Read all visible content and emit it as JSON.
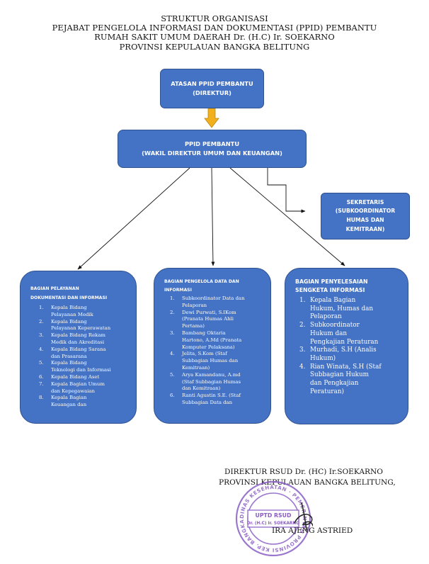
{
  "header": {
    "lines": [
      "STRUKTUR ORGANISASI",
      "PEJABAT PENGELOLA INFORMASI DAN DOKUMENTASI (PPID) PEMBANTU",
      "RUMAH SAKIT UMUM DAERAH Dr. (H.C) Ir. SOEKARNO",
      "PROVINSI KEPULAUAN BANGKA BELITUNG"
    ]
  },
  "atasan": {
    "line1": "ATASAN PPID PEMBANTU",
    "line2": "(DIREKTUR)"
  },
  "ppid": {
    "line1": "PPID PEMBANTU",
    "line2": "(WAKIL DIREKTUR UMUM DAN KEUANGAN)"
  },
  "sekretaris": {
    "line1": "SEKRETARIS",
    "line2": "(SUBKOORDINATOR",
    "line3": "HUMAS DAN",
    "line4": "KEMITRAAN)"
  },
  "pelayanan": {
    "title1": "BAGIAN PELAYANAN",
    "title2": "DOKUMENTASI DAN INFORMASI",
    "items": [
      {
        "num": "1.",
        "lines": [
          "Kepala Bidang",
          "Pelayanan Medik"
        ]
      },
      {
        "num": "2.",
        "lines": [
          "Kepala Bidang",
          "Pelayanan Keperawatan"
        ]
      },
      {
        "num": "3.",
        "lines": [
          "Kepala Bidang Rekam",
          "Medik dan Akreditasi"
        ]
      },
      {
        "num": "4.",
        "lines": [
          "Kepala Bidang Sarana",
          "dan Prasarana"
        ]
      },
      {
        "num": "5.",
        "lines": [
          "Kepala Bidang",
          "Teknologi dan Informasi"
        ]
      },
      {
        "num": "6.",
        "lines": [
          "Kepala Bidang Aset"
        ]
      },
      {
        "num": "7.",
        "lines": [
          "Kepala Bagian Umum",
          "dan Kepegawaian"
        ]
      },
      {
        "num": "8.",
        "lines": [
          "Kepala Bagian",
          "Keuangan dan"
        ]
      }
    ]
  },
  "pengelola": {
    "title1": "BAGIAN PENGELOLA DATA DAN",
    "title2": "INFORMASI",
    "items": [
      {
        "num": "1.",
        "lines": [
          "Subkoordinator Data dan",
          "Pelaporan"
        ]
      },
      {
        "num": "2.",
        "lines": [
          "Dewi Purwati, S.IKom",
          "(Pranata Humas Ahli",
          "Pertama)"
        ]
      },
      {
        "num": "3.",
        "lines": [
          "Bambang Oktaria",
          "Hartono, A.Md (Pranata",
          "Komputer Pelaksana)"
        ]
      },
      {
        "num": "4.",
        "lines": [
          "Jelita, S.Kom (Staf",
          "Subbagian Humas dan",
          "Kemitraan)"
        ]
      },
      {
        "num": "5.",
        "lines": [
          "Arya Kamandanu, A.md",
          "(Staf Subbagian Humas",
          "dan Kemitraan)"
        ]
      },
      {
        "num": "6.",
        "lines": [
          "Ranti Agustin S.E. (Staf",
          "Subbagian Data dan"
        ]
      }
    ]
  },
  "penyelesaian": {
    "title1": "BAGIAN PENYELESAIAN",
    "title2": "SENGKETA INFORMASI",
    "items": [
      {
        "num": "1.",
        "lines": [
          "Kepala Bagian",
          "Hukum, Humas dan",
          "Pelaporan"
        ]
      },
      {
        "num": "2.",
        "lines": [
          "Subkoordinator",
          "Hukum dan",
          "Pengkajian Peraturan"
        ]
      },
      {
        "num": "3.",
        "lines": [
          "Murhadi, S.H (Analis",
          "Hukum)"
        ]
      },
      {
        "num": "4.",
        "lines": [
          "Rian Winata, S.H (Staf",
          "Subbagian Hukum",
          "dan Pengkajian",
          "Peraturan)"
        ]
      }
    ]
  },
  "signature": {
    "line1": "DIREKTUR RSUD Dr. (HC) Ir.SOEKARNO",
    "line2": "PROVINSI KEPULAUAN BANGKA BELITUNG,",
    "name": "IRA AJENG ASTRIED",
    "stamp_text_1": "UPTD RSUD",
    "stamp_text_2": "Dr. (H.C) Ir. SOEKARNO",
    "stamp_ring_text": "DINAS KESEHATAN · PEMERINTAH PROVINSI KEP. BANGKA BELITUNG"
  },
  "colors": {
    "box_fill": "#4472c4",
    "box_border": "#2f528f",
    "arrow_fill": "#f2b01e",
    "stamp": "#8a5ec5"
  }
}
